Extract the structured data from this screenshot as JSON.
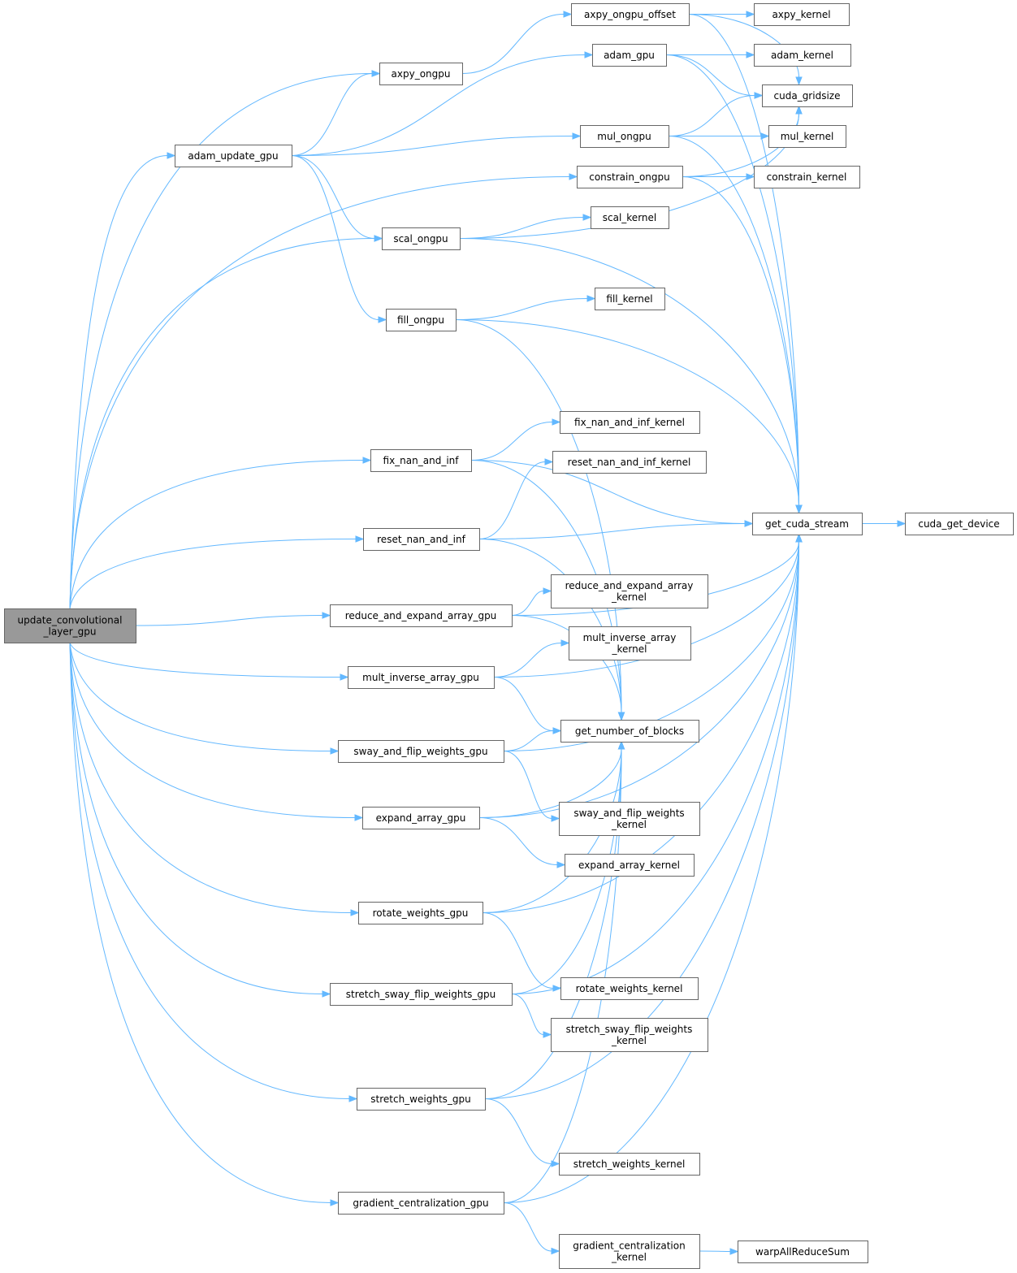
{
  "graph": {
    "title": "update_convolutional_layer_gpu call graph",
    "colors": {
      "edge": "#63b8ff",
      "node_border": "#666666",
      "root_fill": "#999999",
      "node_fill": "#ffffff"
    },
    "nodes": [
      {
        "id": "root",
        "lines": [
          "update_convolutional",
          "_layer_gpu"
        ],
        "root": true
      },
      {
        "id": "adam_update_gpu",
        "lines": [
          "adam_update_gpu"
        ]
      },
      {
        "id": "axpy_ongpu",
        "lines": [
          "axpy_ongpu"
        ]
      },
      {
        "id": "scal_ongpu",
        "lines": [
          "scal_ongpu"
        ]
      },
      {
        "id": "fill_ongpu",
        "lines": [
          "fill_ongpu"
        ]
      },
      {
        "id": "fix_nan_and_inf",
        "lines": [
          "fix_nan_and_inf"
        ]
      },
      {
        "id": "reset_nan_and_inf",
        "lines": [
          "reset_nan_and_inf"
        ]
      },
      {
        "id": "reduce_and_expand_array_gpu",
        "lines": [
          "reduce_and_expand_array_gpu"
        ]
      },
      {
        "id": "mult_inverse_array_gpu",
        "lines": [
          "mult_inverse_array_gpu"
        ]
      },
      {
        "id": "sway_and_flip_weights_gpu",
        "lines": [
          "sway_and_flip_weights_gpu"
        ]
      },
      {
        "id": "expand_array_gpu",
        "lines": [
          "expand_array_gpu"
        ]
      },
      {
        "id": "rotate_weights_gpu",
        "lines": [
          "rotate_weights_gpu"
        ]
      },
      {
        "id": "stretch_sway_flip_weights_gpu",
        "lines": [
          "stretch_sway_flip_weights_gpu"
        ]
      },
      {
        "id": "stretch_weights_gpu",
        "lines": [
          "stretch_weights_gpu"
        ]
      },
      {
        "id": "gradient_centralization_gpu",
        "lines": [
          "gradient_centralization_gpu"
        ]
      },
      {
        "id": "axpy_ongpu_offset",
        "lines": [
          "axpy_ongpu_offset"
        ]
      },
      {
        "id": "adam_gpu",
        "lines": [
          "adam_gpu"
        ]
      },
      {
        "id": "mul_ongpu",
        "lines": [
          "mul_ongpu"
        ]
      },
      {
        "id": "constrain_ongpu",
        "lines": [
          "constrain_ongpu"
        ]
      },
      {
        "id": "scal_kernel",
        "lines": [
          "scal_kernel"
        ]
      },
      {
        "id": "fill_kernel",
        "lines": [
          "fill_kernel"
        ]
      },
      {
        "id": "fix_nan_and_inf_kernel",
        "lines": [
          "fix_nan_and_inf_kernel"
        ]
      },
      {
        "id": "reset_nan_and_inf_kernel",
        "lines": [
          "reset_nan_and_inf_kernel"
        ]
      },
      {
        "id": "reduce_and_expand_array_kernel",
        "lines": [
          "reduce_and_expand_array",
          "_kernel"
        ]
      },
      {
        "id": "mult_inverse_array_kernel",
        "lines": [
          "mult_inverse_array",
          "_kernel"
        ]
      },
      {
        "id": "get_number_of_blocks",
        "lines": [
          "get_number_of_blocks"
        ]
      },
      {
        "id": "sway_and_flip_weights_kernel",
        "lines": [
          "sway_and_flip_weights",
          "_kernel"
        ]
      },
      {
        "id": "expand_array_kernel",
        "lines": [
          "expand_array_kernel"
        ]
      },
      {
        "id": "rotate_weights_kernel",
        "lines": [
          "rotate_weights_kernel"
        ]
      },
      {
        "id": "stretch_sway_flip_weights_kernel",
        "lines": [
          "stretch_sway_flip_weights",
          "_kernel"
        ]
      },
      {
        "id": "stretch_weights_kernel",
        "lines": [
          "stretch_weights_kernel"
        ]
      },
      {
        "id": "gradient_centralization_kernel",
        "lines": [
          "gradient_centralization",
          "_kernel"
        ]
      },
      {
        "id": "axpy_kernel",
        "lines": [
          "axpy_kernel"
        ]
      },
      {
        "id": "adam_kernel",
        "lines": [
          "adam_kernel"
        ]
      },
      {
        "id": "cuda_gridsize",
        "lines": [
          "cuda_gridsize"
        ]
      },
      {
        "id": "mul_kernel",
        "lines": [
          "mul_kernel"
        ]
      },
      {
        "id": "constrain_kernel",
        "lines": [
          "constrain_kernel"
        ]
      },
      {
        "id": "get_cuda_stream",
        "lines": [
          "get_cuda_stream"
        ]
      },
      {
        "id": "warpAllReduceSum",
        "lines": [
          "warpAllReduceSum"
        ]
      },
      {
        "id": "cuda_get_device",
        "lines": [
          "cuda_get_device"
        ]
      }
    ],
    "edges": [
      [
        "root",
        "adam_update_gpu"
      ],
      [
        "root",
        "axpy_ongpu"
      ],
      [
        "root",
        "scal_ongpu"
      ],
      [
        "root",
        "constrain_ongpu"
      ],
      [
        "root",
        "fix_nan_and_inf"
      ],
      [
        "root",
        "reset_nan_and_inf"
      ],
      [
        "root",
        "reduce_and_expand_array_gpu"
      ],
      [
        "root",
        "mult_inverse_array_gpu"
      ],
      [
        "root",
        "sway_and_flip_weights_gpu"
      ],
      [
        "root",
        "expand_array_gpu"
      ],
      [
        "root",
        "rotate_weights_gpu"
      ],
      [
        "root",
        "stretch_sway_flip_weights_gpu"
      ],
      [
        "root",
        "stretch_weights_gpu"
      ],
      [
        "root",
        "gradient_centralization_gpu"
      ],
      [
        "adam_update_gpu",
        "axpy_ongpu"
      ],
      [
        "adam_update_gpu",
        "adam_gpu"
      ],
      [
        "adam_update_gpu",
        "mul_ongpu"
      ],
      [
        "adam_update_gpu",
        "scal_ongpu"
      ],
      [
        "adam_update_gpu",
        "fill_ongpu"
      ],
      [
        "axpy_ongpu",
        "axpy_ongpu_offset"
      ],
      [
        "axpy_ongpu_offset",
        "axpy_kernel"
      ],
      [
        "axpy_ongpu_offset",
        "cuda_gridsize"
      ],
      [
        "axpy_ongpu_offset",
        "get_cuda_stream"
      ],
      [
        "adam_gpu",
        "adam_kernel"
      ],
      [
        "adam_gpu",
        "cuda_gridsize"
      ],
      [
        "adam_gpu",
        "get_cuda_stream"
      ],
      [
        "mul_ongpu",
        "cuda_gridsize"
      ],
      [
        "mul_ongpu",
        "mul_kernel"
      ],
      [
        "mul_ongpu",
        "get_cuda_stream"
      ],
      [
        "constrain_ongpu",
        "cuda_gridsize"
      ],
      [
        "constrain_ongpu",
        "constrain_kernel"
      ],
      [
        "constrain_ongpu",
        "get_cuda_stream"
      ],
      [
        "scal_ongpu",
        "cuda_gridsize"
      ],
      [
        "scal_ongpu",
        "scal_kernel"
      ],
      [
        "scal_ongpu",
        "get_cuda_stream"
      ],
      [
        "fill_ongpu",
        "fill_kernel"
      ],
      [
        "fill_ongpu",
        "get_cuda_stream"
      ],
      [
        "fill_ongpu",
        "get_number_of_blocks"
      ],
      [
        "fix_nan_and_inf",
        "fix_nan_and_inf_kernel"
      ],
      [
        "fix_nan_and_inf",
        "get_cuda_stream"
      ],
      [
        "fix_nan_and_inf",
        "get_number_of_blocks"
      ],
      [
        "reset_nan_and_inf",
        "reset_nan_and_inf_kernel"
      ],
      [
        "reset_nan_and_inf",
        "get_cuda_stream"
      ],
      [
        "reset_nan_and_inf",
        "get_number_of_blocks"
      ],
      [
        "reduce_and_expand_array_gpu",
        "reduce_and_expand_array_kernel"
      ],
      [
        "reduce_and_expand_array_gpu",
        "get_cuda_stream"
      ],
      [
        "reduce_and_expand_array_gpu",
        "get_number_of_blocks"
      ],
      [
        "mult_inverse_array_gpu",
        "mult_inverse_array_kernel"
      ],
      [
        "mult_inverse_array_gpu",
        "get_cuda_stream"
      ],
      [
        "mult_inverse_array_gpu",
        "get_number_of_blocks"
      ],
      [
        "sway_and_flip_weights_gpu",
        "get_number_of_blocks"
      ],
      [
        "sway_and_flip_weights_gpu",
        "sway_and_flip_weights_kernel"
      ],
      [
        "sway_and_flip_weights_gpu",
        "get_cuda_stream"
      ],
      [
        "expand_array_gpu",
        "get_number_of_blocks"
      ],
      [
        "expand_array_gpu",
        "expand_array_kernel"
      ],
      [
        "expand_array_gpu",
        "get_cuda_stream"
      ],
      [
        "rotate_weights_gpu",
        "get_number_of_blocks"
      ],
      [
        "rotate_weights_gpu",
        "rotate_weights_kernel"
      ],
      [
        "rotate_weights_gpu",
        "get_cuda_stream"
      ],
      [
        "stretch_sway_flip_weights_gpu",
        "get_number_of_blocks"
      ],
      [
        "stretch_sway_flip_weights_gpu",
        "stretch_sway_flip_weights_kernel"
      ],
      [
        "stretch_sway_flip_weights_gpu",
        "get_cuda_stream"
      ],
      [
        "stretch_weights_gpu",
        "get_number_of_blocks"
      ],
      [
        "stretch_weights_gpu",
        "stretch_weights_kernel"
      ],
      [
        "stretch_weights_gpu",
        "get_cuda_stream"
      ],
      [
        "gradient_centralization_gpu",
        "get_number_of_blocks"
      ],
      [
        "gradient_centralization_gpu",
        "gradient_centralization_kernel"
      ],
      [
        "gradient_centralization_gpu",
        "get_cuda_stream"
      ],
      [
        "gradient_centralization_kernel",
        "warpAllReduceSum"
      ],
      [
        "get_cuda_stream",
        "cuda_get_device"
      ]
    ]
  }
}
